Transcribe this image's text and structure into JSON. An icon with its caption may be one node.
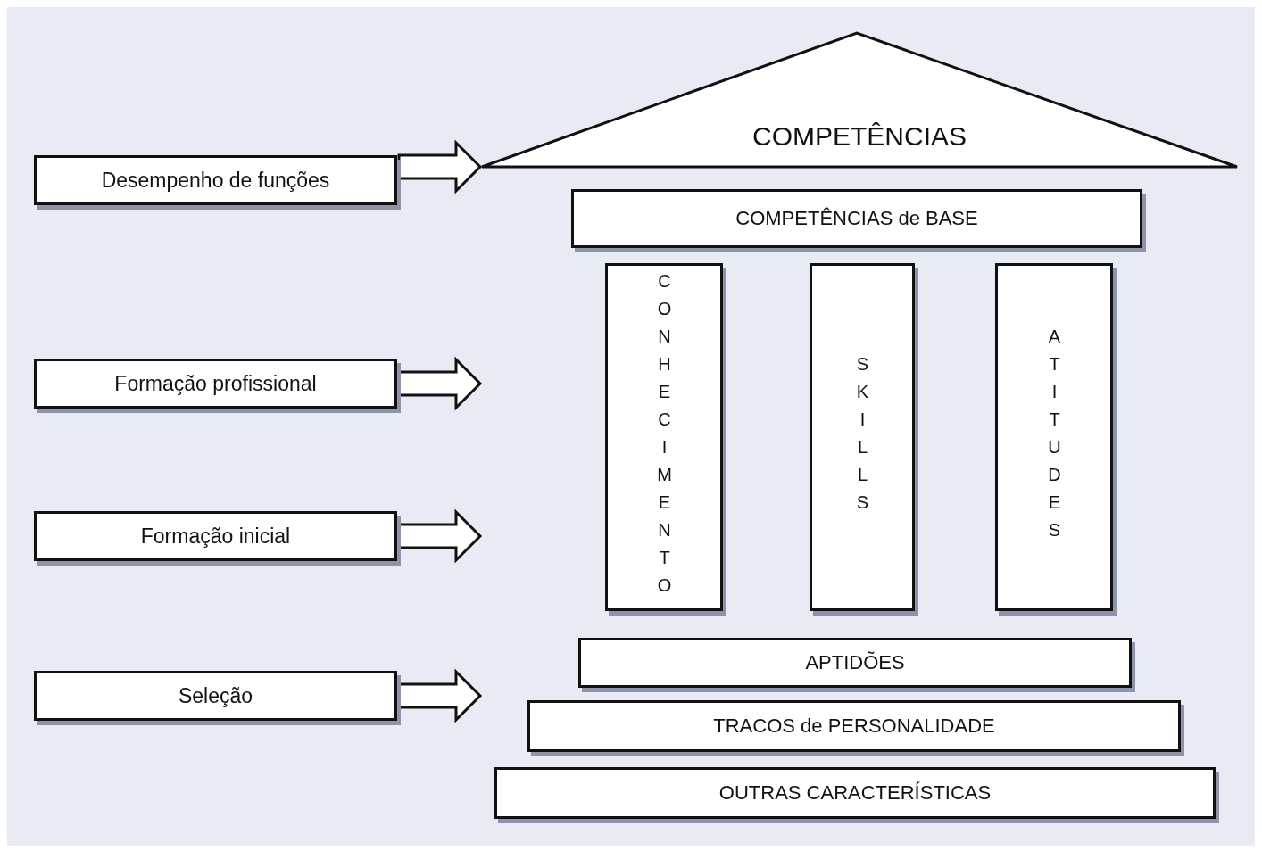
{
  "diagram": {
    "nodes": [
      {
        "text": [
          "COMPETÊNCIAS"
        ]
      },
      {
        "text": [
          "COMPETÊNCIAS de BASE"
        ]
      },
      {
        "text": [
          "CONHECIMENTO"
        ]
      },
      {
        "text": [
          "SKILLS"
        ]
      },
      {
        "text": [
          "ATITUDES"
        ]
      },
      {
        "text": [
          "APTIDÕES"
        ]
      },
      {
        "text": [
          "TRACOS de PERSONALIDADE"
        ]
      },
      {
        "text": [
          "OUTRAS CARACTERÍSTICAS"
        ]
      },
      {
        "text": [
          "Desempenho de funções"
        ]
      },
      {
        "text": [
          "Formação profissional"
        ]
      },
      {
        "text": [
          "Formação inicial"
        ]
      },
      {
        "text": [
          "Seleção"
        ]
      }
    ],
    "edges": [
      {
        "from": 8,
        "to": 0,
        "arrow": "to"
      },
      {
        "from": 9,
        "to": null,
        "arrow": "to"
      },
      {
        "from": 10,
        "to": null,
        "arrow": "to"
      },
      {
        "from": 11,
        "to": null,
        "arrow": "to"
      }
    ]
  }
}
